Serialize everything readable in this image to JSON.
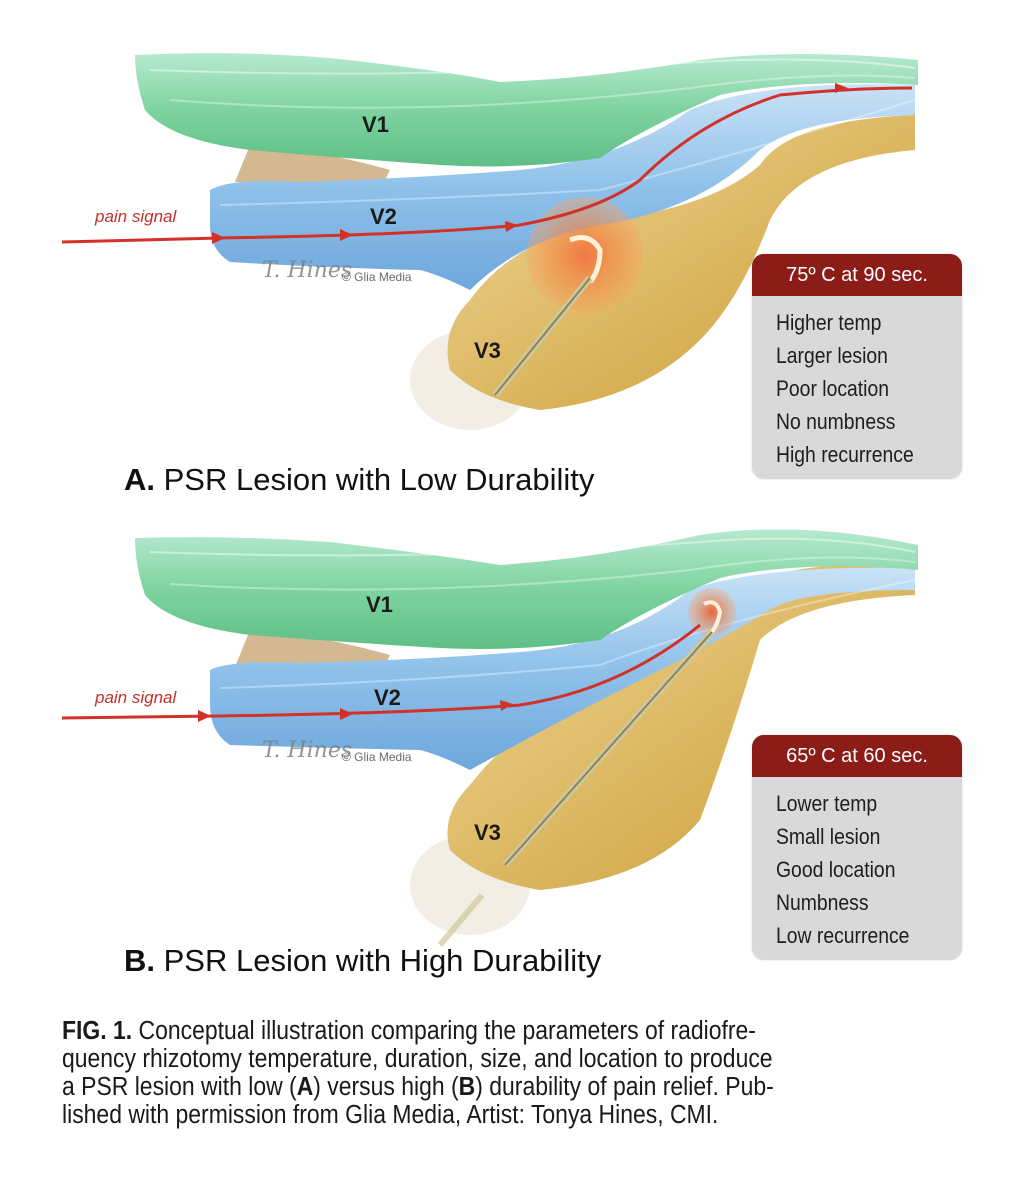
{
  "panels": [
    {
      "id": "A",
      "title_letter": "A.",
      "title_text": " PSR Lesion with Low Durability",
      "labels": {
        "v1": "V1",
        "v2": "V2",
        "v3": "V3",
        "pain": "pain signal",
        "credit": "© Glia Media"
      },
      "box": {
        "header": "75º C at 90 sec.",
        "items": [
          "Higher temp",
          "Larger lesion",
          "Poor location",
          "No numbness",
          "High recurrence"
        ]
      }
    },
    {
      "id": "B",
      "title_letter": "B.",
      "title_text": " PSR Lesion with High Durability",
      "labels": {
        "v1": "V1",
        "v2": "V2",
        "v3": "V3",
        "pain": "pain signal",
        "credit": "© Glia Media"
      },
      "box": {
        "header": "65º C at 60 sec.",
        "items": [
          "Lower temp",
          "Small lesion",
          "Good location",
          "Numbness",
          "Low recurrence"
        ]
      }
    }
  ],
  "caption": {
    "fig_label": "FIG. 1.",
    "line1": " Conceptual illustration comparing the parameters of radiofre-",
    "line2": "quency rhizotomy temperature, duration, size, and location to produce",
    "line3_a": "a PSR lesion with low (",
    "line3_b": "A",
    "line3_c": ") versus high (",
    "line3_d": "B",
    "line3_e": ") durability of pain relief. Pub-",
    "line4": "lished with permission from Glia Media, Artist: Tonya Hines, CMI."
  },
  "signature": "T. Hines",
  "colors": {
    "v1_green": "#7fd3a0",
    "v2_blue": "#8fc1ea",
    "v3_yellow": "#d9b35a",
    "pain_arrow": "#d2312a",
    "box_header": "#8c1c17",
    "box_body": "#d9d9d9"
  }
}
